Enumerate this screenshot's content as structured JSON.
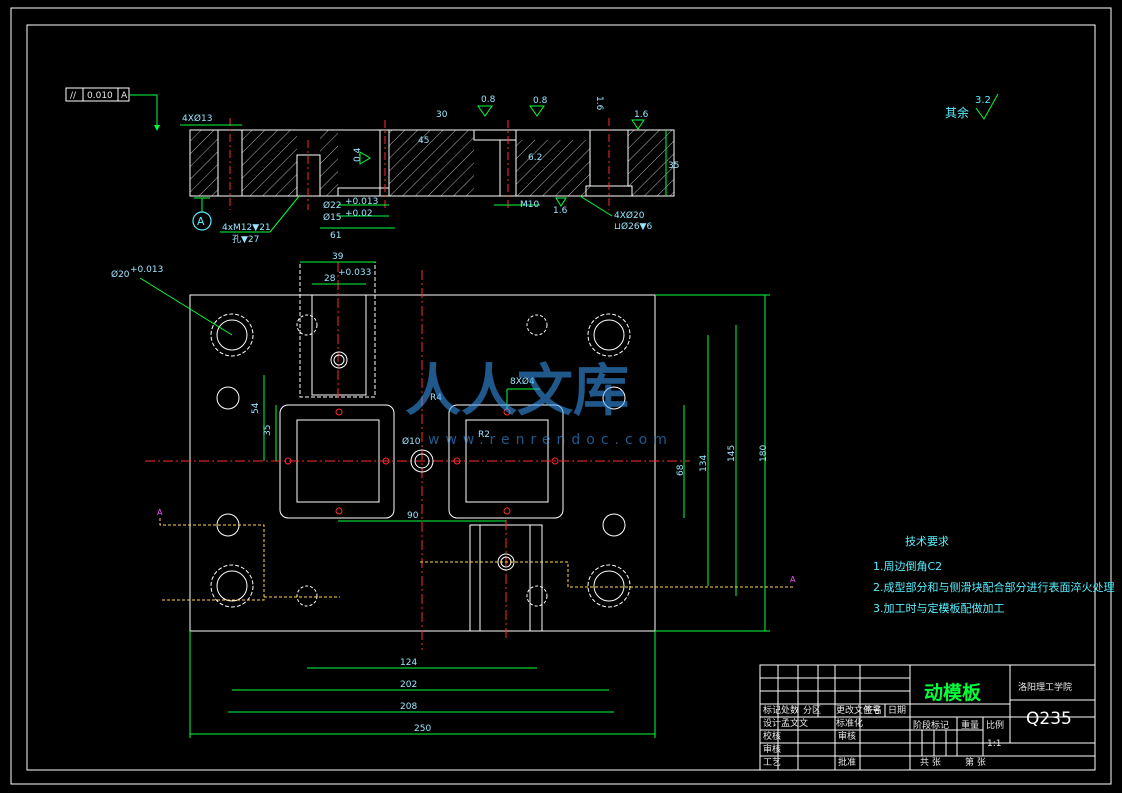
{
  "drawing": {
    "part_name": "动模板",
    "school": "洛阳理工学院",
    "material": "Q235",
    "scale_value": "1:1",
    "roughness_rest_label": "其余",
    "roughness_rest_value": "3.2",
    "watermark_cn": "人人文库",
    "watermark_url": "www.renrendoc.com"
  },
  "tech_requirements": {
    "title": "技术要求",
    "items": [
      "1.周边倒角C2",
      "2.成型部分和与侧滑块配合部分进行表面淬火处理",
      "3.加工时与定模板配做加工"
    ]
  },
  "title_block": {
    "row_labels": [
      "标记",
      "处数",
      "分区",
      "更改文件号",
      "签名",
      "日期"
    ],
    "design": "设计",
    "standardize": "标准化",
    "checker": "校核",
    "reviewer": "审核",
    "craft": "工艺",
    "approve": "批准",
    "designer_name": "孟文文",
    "stage_mark": "阶段标记",
    "weight": "重量",
    "scale": "比例",
    "sheets_total": "共 张",
    "sheet_no": "第 张"
  },
  "section_view": {
    "flatness_tolerance": "0.010",
    "datum_ref": "A",
    "holes_label": "4XØ13",
    "tap_label": "4xM12▼21",
    "tap_drill_label": "孔▼27",
    "dia_label_1": "Ø22",
    "dia_tol_1": "+0.013",
    "dia_label_2": "Ø15",
    "dia_tol_2": "+0.02",
    "dim_61": "61",
    "dim_35": "35",
    "dim_m10": "M10",
    "roughness_16a": "1.6",
    "roughness_08a": "0.8",
    "roughness_08b": "0.8",
    "roughness_16b": "1.6",
    "roughness_16c": "1.6",
    "label_04": "0.4",
    "label_30": "30",
    "label_45": "45",
    "label_60": "6.2",
    "counter_bore": "4XØ20",
    "counter_depth": "⊔Ø26▼6",
    "datum_tag": "A"
  },
  "plan_view": {
    "dim_39": "39",
    "dim_28": "28",
    "dim_28_tol": "+0.033",
    "dim_phi20": "Ø20",
    "dim_phi20_tol": "+0.013",
    "dim_54": "54",
    "dim_35": "35",
    "label_r4": "R4",
    "label_8xphi4": "8XØ4",
    "label_r2": "R2",
    "label_phi10": "Ø10",
    "dim_90": "90",
    "dim_68": "68",
    "dim_134": "134",
    "dim_145": "145",
    "dim_180": "180",
    "dim_124": "124",
    "dim_202": "202",
    "dim_208": "208",
    "dim_250": "250",
    "section_mark": "A"
  }
}
